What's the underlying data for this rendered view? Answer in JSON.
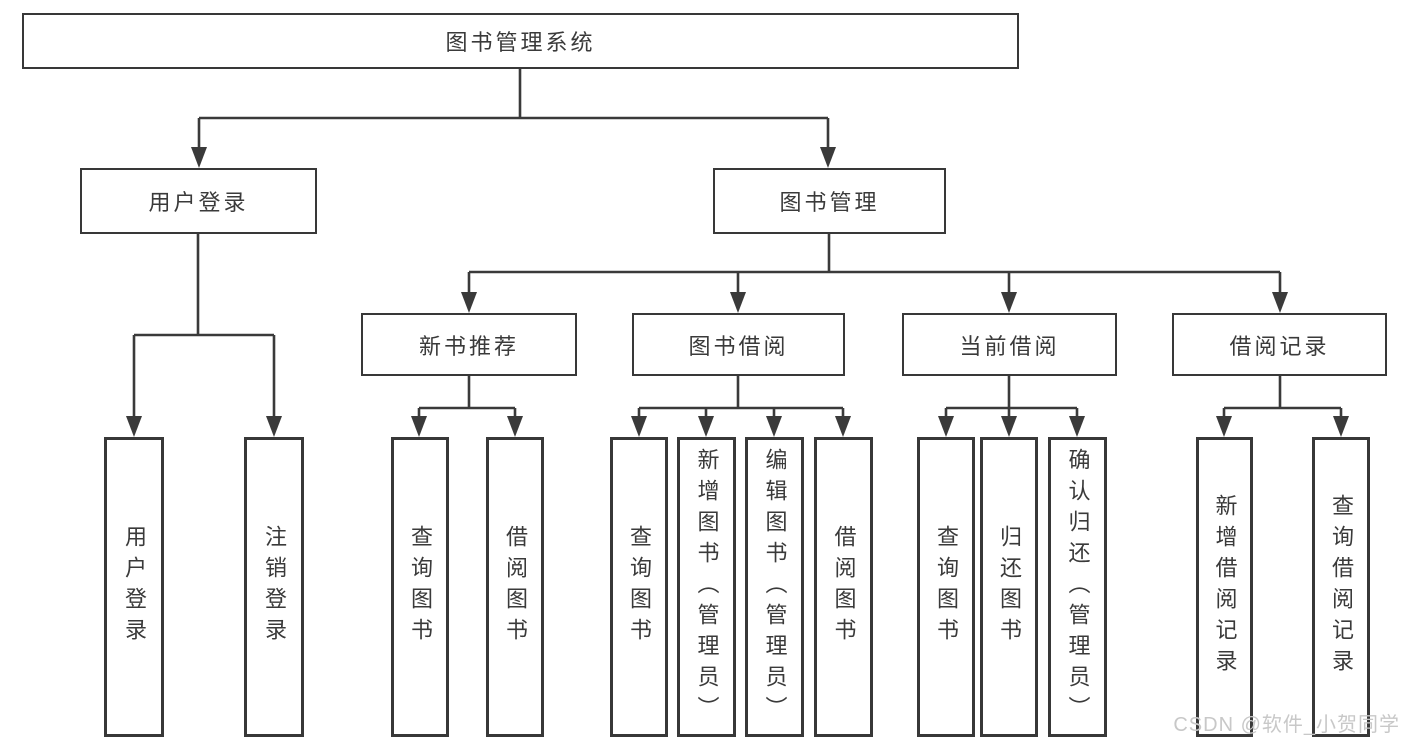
{
  "diagram": {
    "root": {
      "label": "图书管理系统"
    },
    "level2": [
      {
        "label": "用户登录",
        "children": [
          {
            "label": "用户登录"
          },
          {
            "label": "注销登录"
          }
        ]
      },
      {
        "label": "图书管理",
        "children": [
          {
            "label": "新书推荐",
            "children": [
              {
                "label": "查询图书"
              },
              {
                "label": "借阅图书"
              }
            ]
          },
          {
            "label": "图书借阅",
            "children": [
              {
                "label": "查询图书"
              },
              {
                "label": "新增图书（管理员）"
              },
              {
                "label": "编辑图书（管理员）"
              },
              {
                "label": "借阅图书"
              }
            ]
          },
          {
            "label": "当前借阅",
            "children": [
              {
                "label": "查询图书"
              },
              {
                "label": "归还图书"
              },
              {
                "label": "确认归还（管理员）"
              }
            ]
          },
          {
            "label": "借阅记录",
            "children": [
              {
                "label": "新增借阅记录"
              },
              {
                "label": "查询借阅记录"
              }
            ]
          }
        ]
      }
    ],
    "colors": {
      "line": "#3a3a3a",
      "border": "#383838",
      "text": "#3a3a3a",
      "watermark": "#c8c8c8",
      "background": "#ffffff"
    }
  },
  "watermark": {
    "text": "CSDN @软件_小贺同学"
  }
}
